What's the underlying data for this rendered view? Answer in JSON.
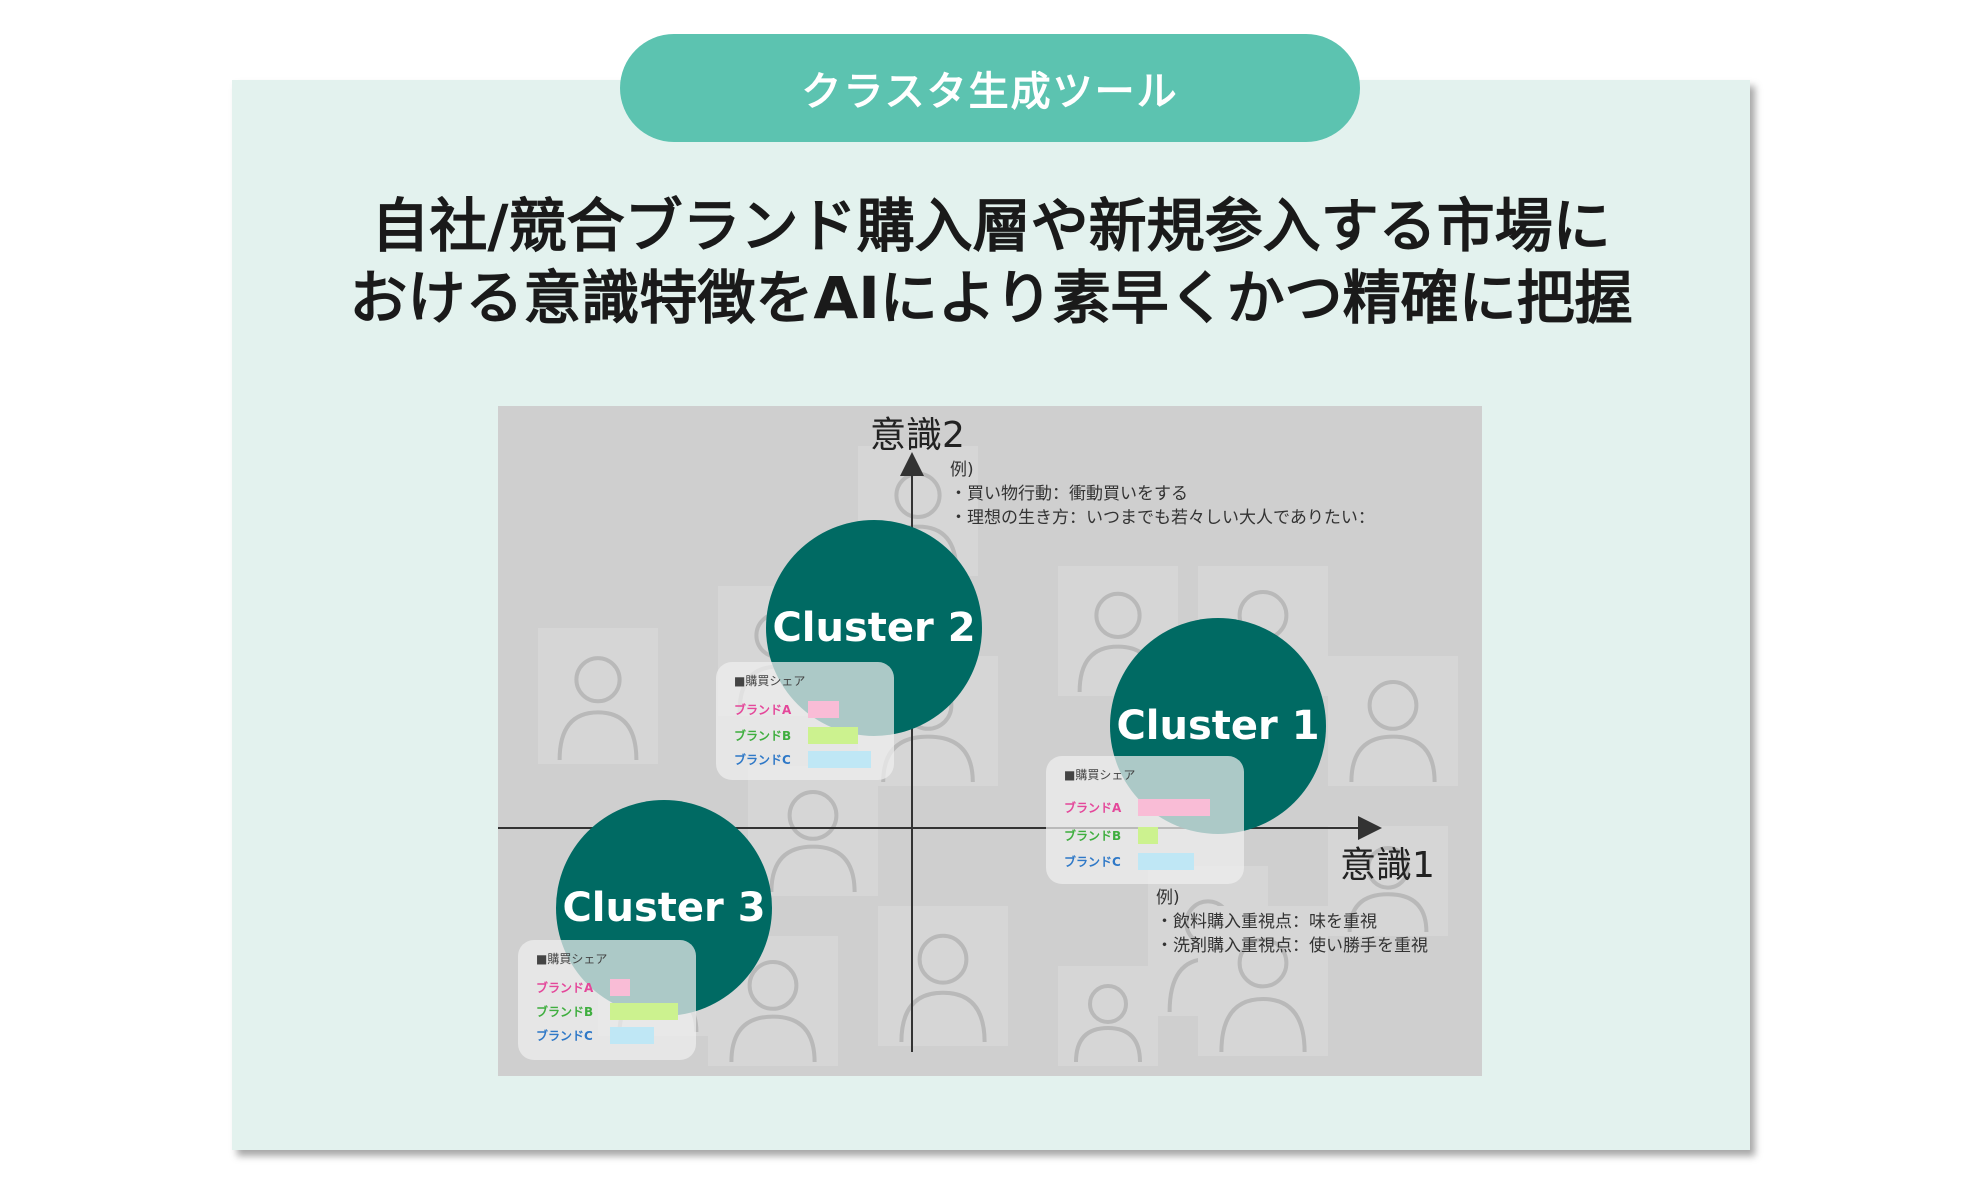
{
  "badge": "クラスタ生成ツール",
  "headline": {
    "line1": "自社/競合ブランド購入層や新規参入する市場に",
    "line2": "おける意識特徴をAIにより素早くかつ精確に把握"
  },
  "diagram": {
    "y_axis_label": "意識2",
    "x_axis_label": "意識1",
    "y_example": "例)\n・買い物行動：衝動買いをする\n・理想の生き方：いつまでも若々しい大人でありたい：",
    "x_example": "例)\n・飲料購入重視点：味を重視\n・洗剤購入重視点：使い勝手を重視",
    "clusters": [
      {
        "label": "Cluster 2",
        "share": {
          "title": "■購買シェア",
          "rows": [
            {
              "brand": "ブランドA",
              "value": 0.35,
              "color": "#f9bcd6",
              "label_color": "#e4479a"
            },
            {
              "brand": "ブランドB",
              "value": 0.55,
              "color": "#ccf28f",
              "label_color": "#3fae3f"
            },
            {
              "brand": "ブランドC",
              "value": 0.7,
              "color": "#bfe7f5",
              "label_color": "#2e78c7"
            }
          ]
        }
      },
      {
        "label": "Cluster 1",
        "share": {
          "title": "■購買シェア",
          "rows": [
            {
              "brand": "ブランドA",
              "value": 0.9,
              "color": "#f9bcd6",
              "label_color": "#e4479a"
            },
            {
              "brand": "ブランドB",
              "value": 0.25,
              "color": "#ccf28f",
              "label_color": "#3fae3f"
            },
            {
              "brand": "ブランドC",
              "value": 0.7,
              "color": "#bfe7f5",
              "label_color": "#2e78c7"
            }
          ]
        }
      },
      {
        "label": "Cluster 3",
        "share": {
          "title": "■購買シェア",
          "rows": [
            {
              "brand": "ブランドA",
              "value": 0.25,
              "color": "#f9bcd6",
              "label_color": "#e4479a"
            },
            {
              "brand": "ブランドB",
              "value": 0.85,
              "color": "#ccf28f",
              "label_color": "#3fae3f"
            },
            {
              "brand": "ブランドC",
              "value": 0.55,
              "color": "#bfe7f5",
              "label_color": "#2e78c7"
            }
          ]
        }
      }
    ],
    "colors": {
      "card_bg": "#e3f2ee",
      "badge_bg": "#5cc3b0",
      "cluster_fill": "#006a63",
      "panel_bg": "#cfcfcf"
    }
  }
}
